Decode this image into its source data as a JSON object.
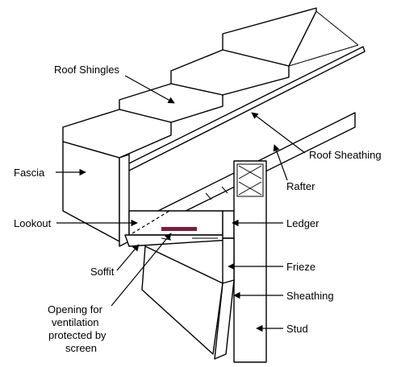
{
  "labels": {
    "roof_shingles": "Roof Shingles",
    "roof_sheathing": "Roof Sheathing",
    "fascia": "Fascia",
    "rafter": "Rafter",
    "lookout": "Lookout",
    "ledger": "Ledger",
    "soffit": "Soffit",
    "frieze": "Frieze",
    "sheathing": "Sheathing",
    "stud": "Stud",
    "opening_line1": "Opening for",
    "opening_line2": "ventilation",
    "opening_line3": "protected by",
    "opening_line4": "screen"
  },
  "colors": {
    "line": "#000000",
    "background": "#ffffff",
    "vent_screen": "#7a1f3d"
  }
}
